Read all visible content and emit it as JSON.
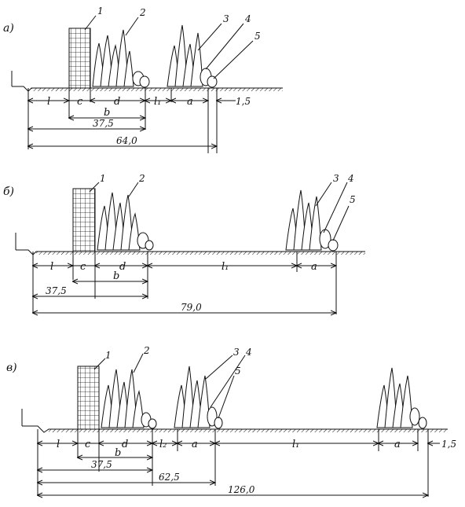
{
  "panels": [
    {
      "id": "a",
      "label": "a)",
      "callouts": [
        "1",
        "2",
        "3",
        "4",
        "5"
      ],
      "segments": [
        "l",
        "c",
        "d",
        "l₁",
        "a",
        "1,5"
      ],
      "sub_b": "b",
      "dim_1": "37,5",
      "dim_2": "64,0"
    },
    {
      "id": "b",
      "label": "б)",
      "callouts": [
        "1",
        "2",
        "3",
        "4",
        "5"
      ],
      "segments": [
        "l",
        "c",
        "d",
        "l₁",
        "a"
      ],
      "sub_b": "b",
      "dim_1": "37,5",
      "dim_2": "79,0"
    },
    {
      "id": "c",
      "label": "в)",
      "callouts": [
        "1",
        "2",
        "3",
        "4",
        "5"
      ],
      "segments": [
        "l",
        "c",
        "d",
        "l₂",
        "a",
        "l₁",
        "a",
        "1,5"
      ],
      "sub_b": "b",
      "dim_1": "37,5",
      "dim_2": "62,5",
      "dim_3": "126,0"
    }
  ]
}
